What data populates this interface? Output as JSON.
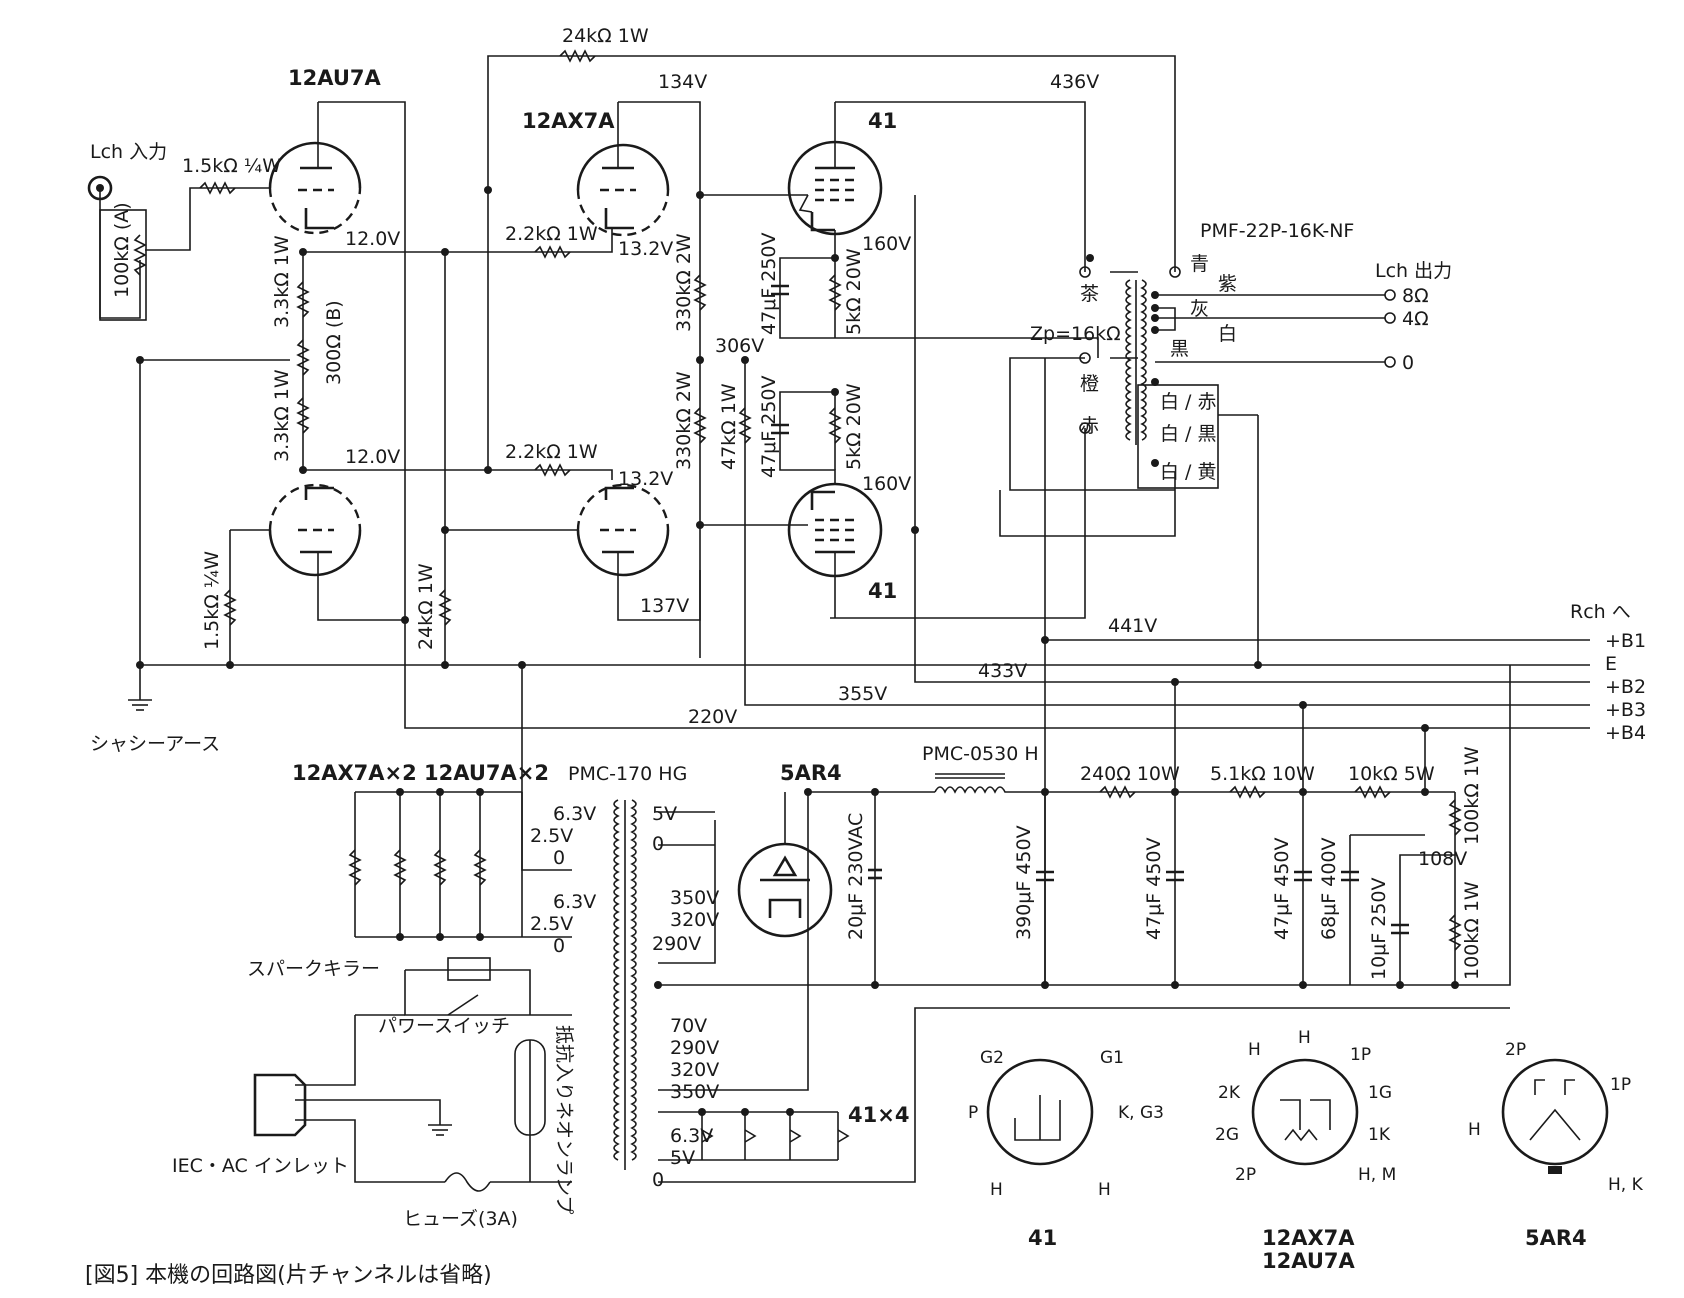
{
  "caption": "[図5] 本機の回路図(片チャンネルは省略)",
  "tubes": {
    "v1": "12AU7A",
    "v2": "12AX7A",
    "v3_top": "41",
    "v3_bottom": "41",
    "rect": "5AR4"
  },
  "labels": {
    "input": "Lch 入力",
    "output": "Lch 出力",
    "chassis": "シャシーアース",
    "rch": "Rch へ",
    "spark": "スパークキラー",
    "power_sw": "パワースイッチ",
    "inlet": "IEC・AC インレット",
    "fuse": "ヒューズ(3A)",
    "neon": "抵抗入りネオンランプ",
    "heaters": "12AX7A×2  12AU7A×2",
    "heaters_41": "41×4",
    "opt": "PMF-22P-16K-NF",
    "zp": "Zp=16kΩ",
    "pt": "PMC-170 HG",
    "choke": "PMC-0530 H"
  },
  "components": {
    "r_fb": "24kΩ 1W",
    "r_in": "1.5kΩ ¼W",
    "vr": "100kΩ (A)",
    "r_k1": "3.3kΩ 1W",
    "r_k2": "3.3kΩ 1W",
    "vr_bal": "300Ω (B)",
    "r_g1": "2.2kΩ 1W",
    "r_g2": "2.2kΩ 1W",
    "r_pl1": "330kΩ 2W",
    "r_pl2": "330kΩ 2W",
    "r_47k": "47kΩ 1W",
    "c_k1": "47μF 250V",
    "c_k2": "47μF 250V",
    "r_k41a": "5kΩ 20W",
    "r_k41b": "5kΩ 20W",
    "r_low": "1.5kΩ ¼W",
    "r_24k": "24kΩ 1W",
    "c_20u": "20μF 230VAC",
    "c_390": "390μF 450V",
    "c_47a": "47μF 450V",
    "c_47b": "47μF 450V",
    "c_68": "68μF 400V",
    "c_10": "10μF 250V",
    "r_240": "240Ω 10W",
    "r_51k": "5.1kΩ 10W",
    "r_10k": "10kΩ 5W",
    "r_100a": "100kΩ 1W",
    "r_100b": "100kΩ 1W"
  },
  "voltages": {
    "v134": "134V",
    "v436": "436V",
    "v160a": "160V",
    "v160b": "160V",
    "v120a": "12.0V",
    "v120b": "12.0V",
    "v132a": "13.2V",
    "v132b": "13.2V",
    "v306": "306V",
    "v137": "137V",
    "v441": "441V",
    "v433": "433V",
    "v355": "355V",
    "v220": "220V",
    "v108": "108V"
  },
  "bus": [
    "+B1",
    "E",
    "+B2",
    "+B3",
    "+B4"
  ],
  "opt_leads": {
    "ao": "青",
    "murasaki": "紫",
    "hai": "灰",
    "shiro": "白",
    "kuro": "黒",
    "cha": "茶",
    "daidai": "橙",
    "aka": "赤",
    "w_aka": "白 / 赤",
    "w_kuro": "白 / 黒",
    "w_ki": "白 / 黄"
  },
  "outputs": [
    "8Ω",
    "4Ω",
    "0"
  ],
  "pt_taps": {
    "l": [
      "6.3V",
      "2.5V",
      "0",
      "6.3V",
      "2.5V",
      "0"
    ],
    "r": [
      "5V",
      "0",
      "350V",
      "320V",
      "290V",
      "70V",
      "290V",
      "320V",
      "350V",
      "6.3V",
      "5V",
      "0"
    ]
  },
  "pinouts": {
    "p41": {
      "name": "41",
      "pins": [
        "G2",
        "G1",
        "P",
        "K, G3",
        "H",
        "H"
      ]
    },
    "p12": {
      "name": "12AX7A",
      "name2": "12AU7A",
      "pins": [
        "H",
        "H",
        "1P",
        "2K",
        "1G",
        "2G",
        "1K",
        "2P",
        "H, M"
      ]
    },
    "p5ar4": {
      "name": "5AR4",
      "pins": [
        "2P",
        "1P",
        "H",
        "H, K"
      ]
    }
  }
}
